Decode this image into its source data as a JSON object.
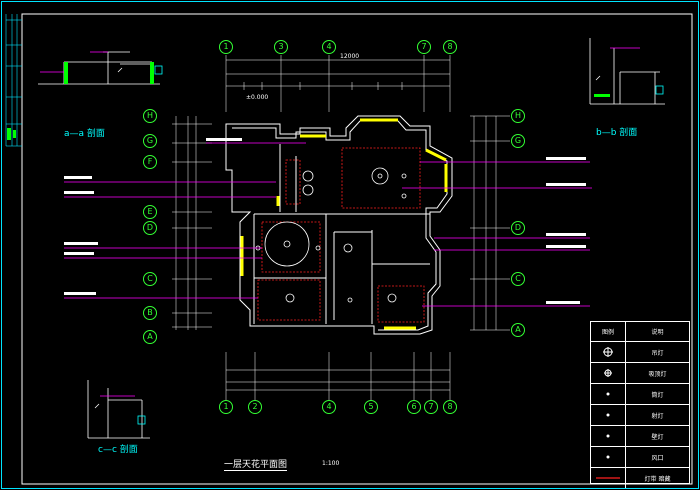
{
  "drawing": {
    "title": "一层天花平面图",
    "scale": "1:100",
    "level_mark": "±0.000",
    "total_width_dim": "12000"
  },
  "sections": {
    "a": "a—a 剖面",
    "b": "b—b 剖面",
    "c": "c—c 剖面"
  },
  "grid_axes": {
    "top": [
      "1",
      "3",
      "4",
      "7",
      "8"
    ],
    "bottom": [
      "1",
      "2",
      "4",
      "5",
      "6",
      "7",
      "8"
    ],
    "left": [
      "H",
      "G",
      "F",
      "E",
      "D",
      "C",
      "B",
      "A"
    ],
    "right": [
      "H",
      "G",
      "D",
      "C",
      "A"
    ]
  },
  "legend": {
    "header": [
      "图例",
      "说明"
    ],
    "rows": [
      {
        "symbol": "chandelier",
        "label": "吊灯"
      },
      {
        "symbol": "ceiling-lamp",
        "label": "吸顶灯"
      },
      {
        "symbol": "downlight",
        "label": "筒灯"
      },
      {
        "symbol": "spotlight",
        "label": "射灯"
      },
      {
        "symbol": "wall-lamp",
        "label": "壁灯"
      },
      {
        "symbol": "grille",
        "label": "风口"
      },
      {
        "symbol": "led-strip",
        "label": "灯带 暗藏"
      }
    ]
  },
  "colors": {
    "frame": "#00e5ff",
    "grid": "#44ff44",
    "wall": "#ffffff",
    "highlight": "#ffff00",
    "leader": "#ff00ff",
    "led": "#ff2020"
  }
}
